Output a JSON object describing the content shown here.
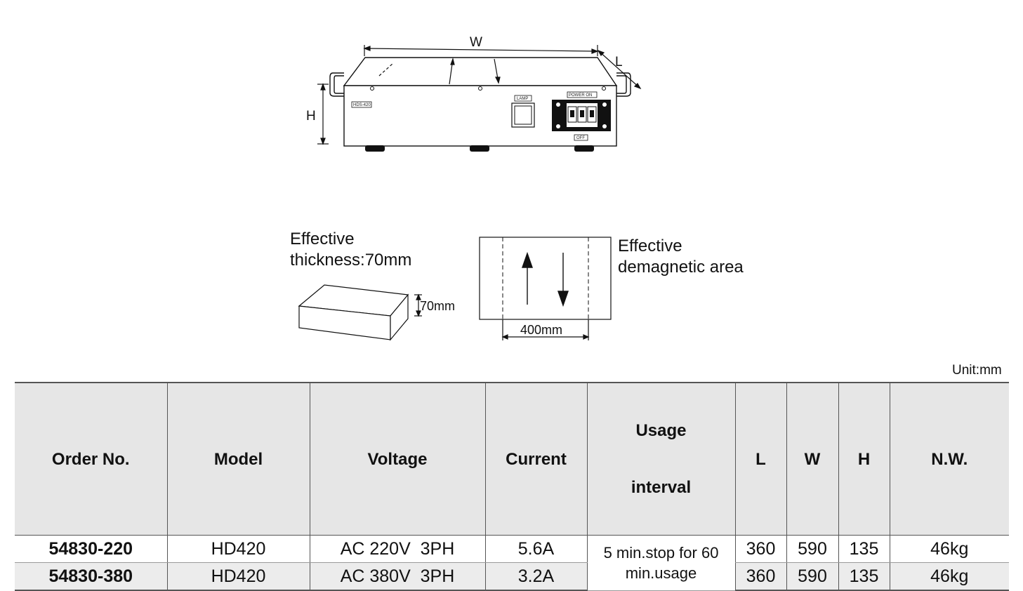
{
  "diagram": {
    "dim_w": "W",
    "dim_l": "L",
    "dim_h": "H",
    "model_plate": "HDS-420",
    "lamp_label": "LAMP",
    "power_on_label": "POWER ON",
    "off_label": "OFF",
    "thickness_caption_1": "Effective",
    "thickness_caption_2": "thickness:70mm",
    "thickness_dim": "70mm",
    "area_caption_1": "Effective",
    "area_caption_2": "demagnetic area",
    "area_width_dim": "400mm"
  },
  "unit_label": "Unit:mm",
  "table": {
    "headers": {
      "order_no": "Order No.",
      "model": "Model",
      "voltage": "Voltage",
      "current": "Current",
      "usage_1": "Usage",
      "usage_2": "interval",
      "l": "L",
      "w": "W",
      "h": "H",
      "nw": "N.W."
    },
    "usage_interval_1": "5 min.stop for 60",
    "usage_interval_2": "min.usage",
    "rows": [
      {
        "order_no": "54830-220",
        "model": "HD420",
        "voltage": "AC 220V  3PH",
        "current": "5.6A",
        "l": "360",
        "w": "590",
        "h": "135",
        "nw": "46kg"
      },
      {
        "order_no": "54830-380",
        "model": "HD420",
        "voltage": "AC 380V  3PH",
        "current": "3.2A",
        "l": "360",
        "w": "590",
        "h": "135",
        "nw": "46kg"
      }
    ]
  }
}
